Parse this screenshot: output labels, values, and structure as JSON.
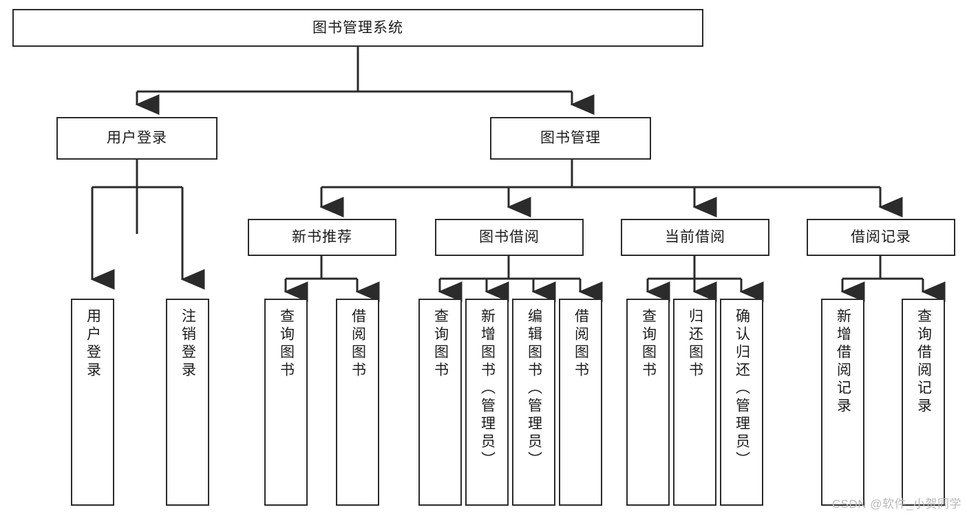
{
  "diagram": {
    "title": "图书管理系统",
    "type": "hierarchy-tree",
    "colors": {
      "background": "#ffffff",
      "box_border": "#2b2b2b",
      "box_fill": "#ffffff",
      "text": "#1c1c1c",
      "connector": "#2b2b2b",
      "watermark": "#b9b9b9"
    },
    "root": {
      "label": "图书管理系统"
    },
    "level2": [
      {
        "label": "用户登录"
      },
      {
        "label": "图书管理"
      }
    ],
    "level3": [
      {
        "label": "新书推荐"
      },
      {
        "label": "图书借阅"
      },
      {
        "label": "当前借阅"
      },
      {
        "label": "借阅记录"
      }
    ],
    "leaves": {
      "user_login": [
        {
          "label": "用户登录"
        },
        {
          "label": "注销登录"
        }
      ],
      "new_book_recommend": [
        {
          "label": "查询图书"
        },
        {
          "label": "借阅图书"
        }
      ],
      "book_borrow": [
        {
          "label": "查询图书"
        },
        {
          "label": "新增图书（管理员）"
        },
        {
          "label": "编辑图书（管理员）"
        },
        {
          "label": "借阅图书"
        }
      ],
      "current_borrow": [
        {
          "label": "查询图书"
        },
        {
          "label": "归还图书"
        },
        {
          "label": "确认归还（管理员）"
        }
      ],
      "borrow_record": [
        {
          "label": "新增借阅记录"
        },
        {
          "label": "查询借阅记录"
        }
      ]
    }
  },
  "watermark": {
    "text": "CSDN @软件_小贺同学"
  }
}
